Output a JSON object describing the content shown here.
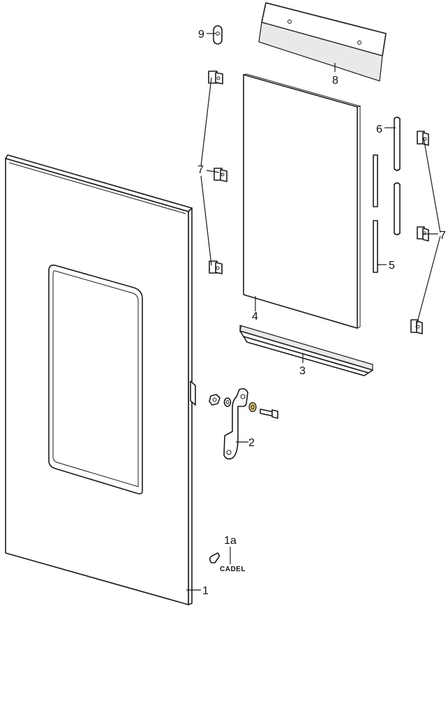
{
  "callouts": {
    "door_panel": "1",
    "logo_badge": "1a",
    "hinge_bracket": "2",
    "bottom_rail": "3",
    "glass_panel": "4",
    "short_rod": "5",
    "long_rod": "6",
    "clip_left": "7",
    "clip_right": "7",
    "top_rail": "8",
    "small_clip": "9"
  },
  "logo": {
    "text": "CADEL"
  },
  "colors": {
    "line": "#1a1a1a",
    "background": "#ffffff",
    "washer_brass": "#d8c27a"
  }
}
